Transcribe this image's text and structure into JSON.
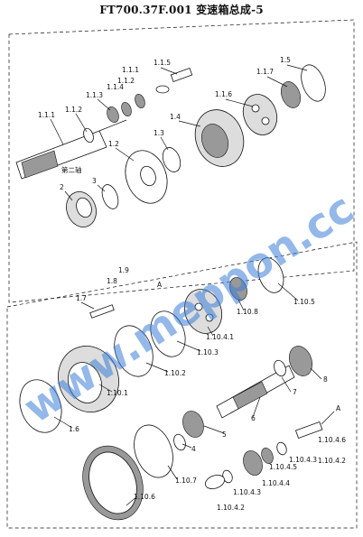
{
  "title": "FT700.37F.001  变速箱总成-5",
  "watermark": "www.meppon.cc",
  "labels": {
    "l115": "1.1.5",
    "l11a": "1.1.1",
    "l112": "1.1.2",
    "l113": "1.1.3",
    "l114": "1.1.4",
    "l111": "1.1.1",
    "l112b": "1.1.2",
    "l117": "1.1.7",
    "l15": "1.5",
    "l116": "1.1.6",
    "l14": "1.4",
    "l13": "1.3",
    "l12": "1.2",
    "shaft2": "第二轴",
    "l3": "3",
    "l2": "2",
    "l19": "1.9",
    "l18": "1.8",
    "lA1": "A",
    "l17": "1.7",
    "l1108": "1.10.8",
    "l1105": "1.10.5",
    "l11041": "1.10.4.1",
    "l1103": "1.10.3",
    "l1102": "1.10.2",
    "l1101": "1.10.1",
    "l16": "1.6",
    "l8": "8",
    "l7": "7",
    "l6": "6",
    "l5": "5",
    "l4": "4",
    "lA2": "A",
    "l11046": "1.10.4.6",
    "l11042": "1.10.4.2",
    "l11043": "1.10.4.3",
    "l11045": "1.10.4.5",
    "l11044": "1.10.4.4",
    "l11043b": "1.10.4.3",
    "l11042b": "1.10.4.2",
    "l1107": "1.10.7",
    "l1106": "1.10.6"
  }
}
